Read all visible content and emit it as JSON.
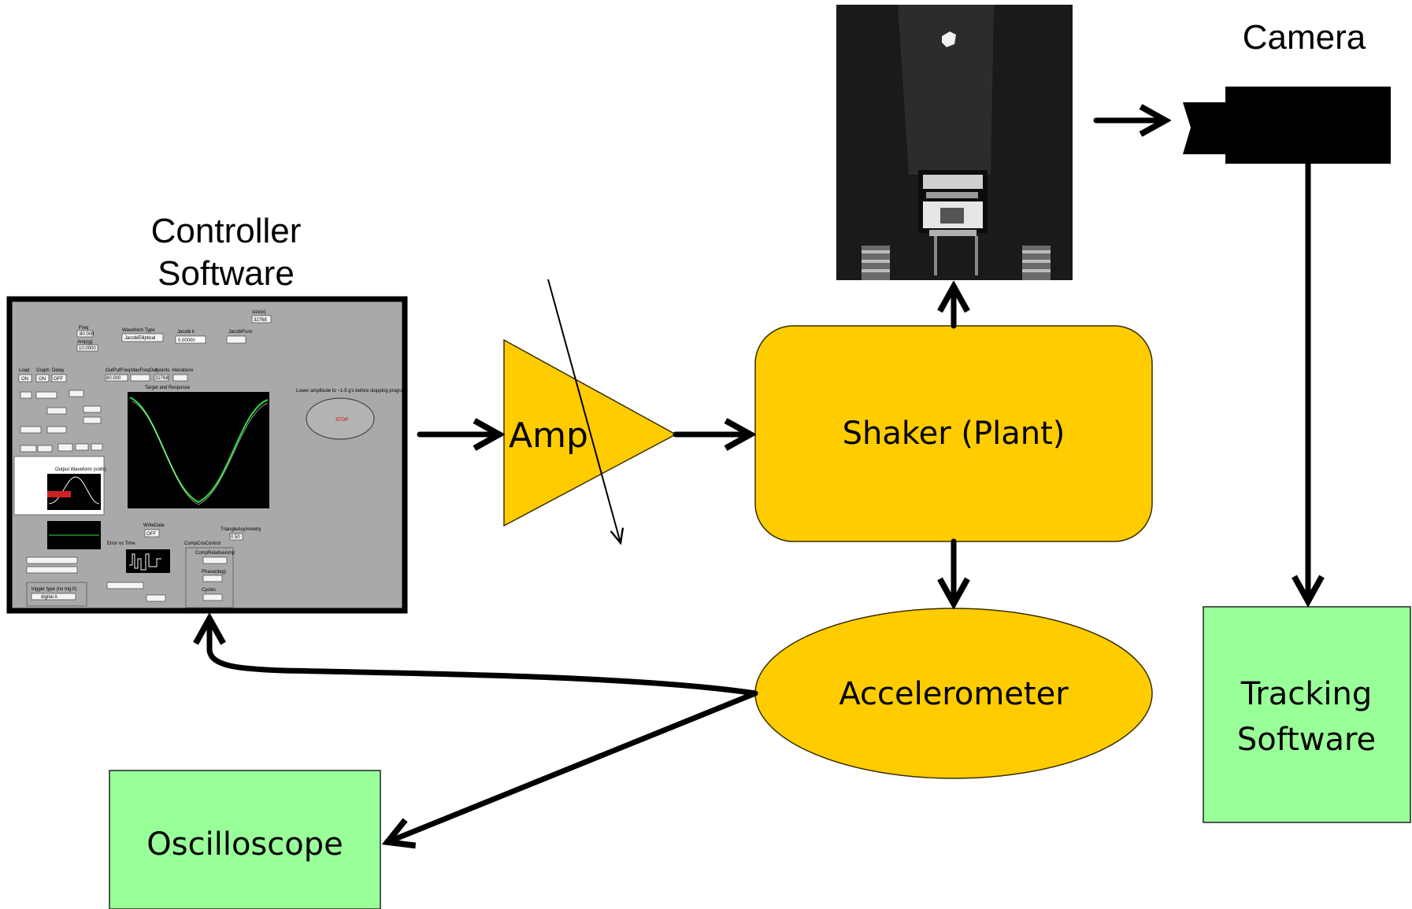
{
  "labels": {
    "controller_line1": "Controller",
    "controller_line2": "Software",
    "camera": "Camera",
    "amp": "Amp",
    "shaker": "Shaker (Plant)",
    "accelerometer": "Accelerometer",
    "oscilloscope": "Oscilloscope",
    "tracking_line1": "Tracking",
    "tracking_line2": "Software"
  },
  "controller_panel": {
    "freq_label": "Freq",
    "freq_value": "80.000",
    "amp_label": "Amp(g)",
    "amp_value": "10.0000",
    "waveform_type_label": "Waveform Type",
    "waveform_type_value": "JacobiElliptical",
    "jacobi_label": "Jacobi k",
    "jacobi_value": "0.00000",
    "jacobi_func_label": "JacobiFunc",
    "size_label": "size(x)",
    "size_value": "32768",
    "load_label": "Load",
    "graph_label": "Graph",
    "delay_label": "Delay",
    "on_text": "ON",
    "off_text": "OFF",
    "outputfreq_label": "OutPutFreq",
    "outputfreq_value": "80.000",
    "maxfreqout_label": "MaxFreqOut",
    "points_label": "#points",
    "points_value": "32768",
    "iterations_label": "#iterations",
    "plot_title": "Target and Response",
    "lower_amplitude_text": "Lower amplitude to ~1-5 g's before stopping program",
    "stop_text": "STOP",
    "output_waveform_title": "Output Waveform (volts)",
    "error_vs_time_title": "Error vs Time",
    "write_data_label": "WriteData",
    "triangle_asymmetry_label": "TriangleAsymmetry",
    "triangle_asymmetry_value": "0.50",
    "comp_cos_control_label": "CompCosControl",
    "comp_relative_amp_label": "CompRelativeAmp",
    "phase_deg_label": "Phase(deg)",
    "cycles_label": "Cycles",
    "trigger_type_label": "trigger type (no trig:0)",
    "trigger_value": "digital A"
  },
  "colors": {
    "node_fill": "#ffcc00",
    "box_fill": "#99ff99",
    "panel_bg": "#a9a9a9",
    "plot_bg": "#000000",
    "trace": "#33dd44"
  }
}
